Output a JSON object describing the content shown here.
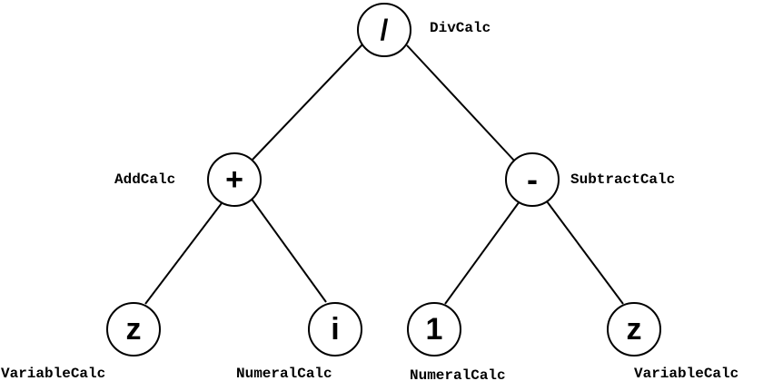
{
  "tree": {
    "root": {
      "symbol": "/",
      "class_name": "DivCalc",
      "left": {
        "symbol": "+",
        "class_name": "AddCalc",
        "left": {
          "symbol": "z",
          "class_name": "VariableCalc"
        },
        "right": {
          "symbol": "i",
          "class_name": "NumeralCalc"
        }
      },
      "right": {
        "symbol": "-",
        "class_name": "SubtractCalc",
        "left": {
          "symbol": "1",
          "class_name": "NumeralCalc"
        },
        "right": {
          "symbol": "z",
          "class_name": "VariableCalc"
        }
      }
    }
  },
  "colors": {
    "stroke": "#000000",
    "background": "#ffffff"
  }
}
